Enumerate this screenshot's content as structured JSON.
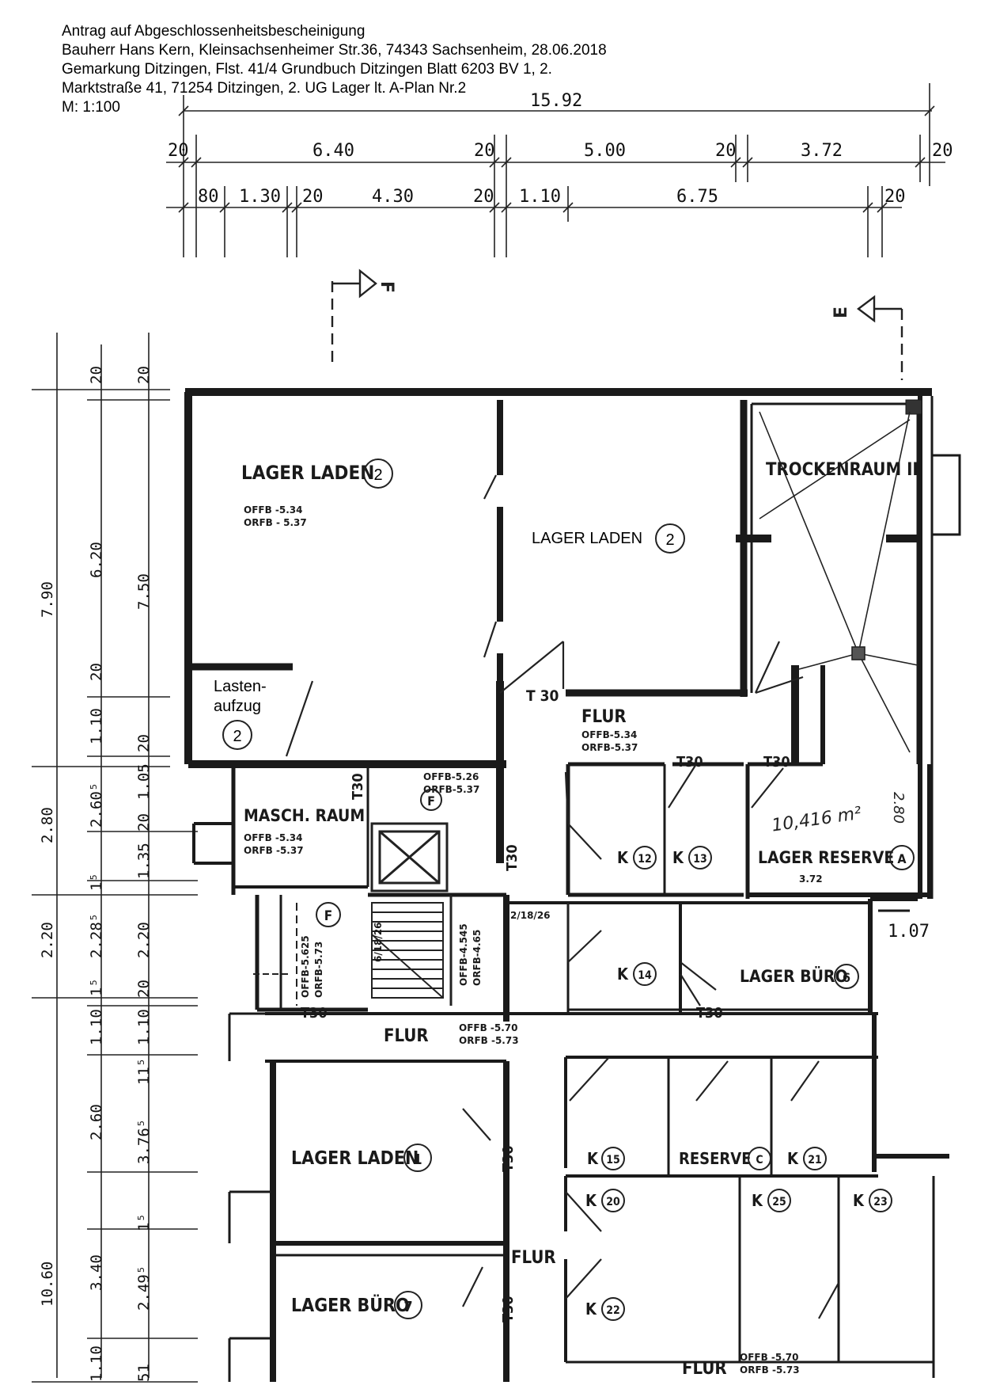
{
  "header": {
    "line1": "Antrag auf Abgeschlossenheitsbescheinigung",
    "line2": "Bauherr Hans Kern, Kleinsachsenheimer Str.36, 74343 Sachsenheim, 28.06.2018",
    "line3": "Gemarkung Ditzingen, Flst. 41/4 Grundbuch Ditzingen Blatt 6203 BV 1, 2.",
    "line4": "Marktstraße 41, 71254 Ditzingen, 2. UG Lager lt. A-Plan Nr.2",
    "line5": "M:  1:100"
  },
  "dimensions": {
    "top_total": "15.92",
    "row1": [
      "20",
      "6.40",
      "20",
      "5.00",
      "20",
      "3.72",
      "20"
    ],
    "row2": [
      "80",
      "1.30",
      "20",
      "4.30",
      "20",
      "1.10",
      "6.75",
      "20"
    ],
    "left_outer": [
      "20",
      "7.90",
      "2.80",
      "2.20",
      "10.60"
    ],
    "left_mid": [
      "6.20",
      "20",
      "1.10",
      "20",
      "2.60⁵",
      "1⁵",
      "2.28⁵",
      "1⁵",
      "1.10",
      "11⁵",
      "2.60",
      "1⁵",
      "3.40",
      "2.49⁵",
      "1.10"
    ],
    "left_inner": [
      "20",
      "7.50",
      "20",
      "1.05",
      "20",
      "1.35",
      "20",
      "2.20",
      "20",
      "1.10",
      "3.76⁵",
      "51"
    ],
    "right": [
      "1.07",
      "2.80",
      "3.72"
    ]
  },
  "section_markers": [
    "F",
    "E"
  ],
  "rooms": {
    "lager_laden_2a": {
      "name": "LAGER LADEN",
      "num": "2",
      "offb": "OFFB -5.34",
      "orfb": "ORFB - 5.37"
    },
    "lager_laden_2b": {
      "name": "LAGER LADEN",
      "num": "2"
    },
    "trockenraum": {
      "name": "TROCKENRAUM II"
    },
    "lastenaufzug": {
      "l1": "Lasten-",
      "l2": "aufzug",
      "num": "2"
    },
    "flur_upper": {
      "name": "FLUR",
      "offb": "OFFB-5.34",
      "orfb": "ORFB-5.37"
    },
    "masch_raum": {
      "name": "MASCH. RAUM",
      "offb": "OFFB -5.34",
      "orfb": "ORFB -5.37"
    },
    "stair_level": {
      "offb": "OFFB-5.26",
      "orfb": "ORFB-5.37",
      "marker": "F"
    },
    "stair_lower": {
      "marker": "F",
      "steps1": "2/18/26",
      "steps2": "6/18/26",
      "offb": "OFFB-4.545",
      "orfb": "ORFB-4.65",
      "offb2": "OFFB-5.625",
      "orfb2": "ORFB-5.73"
    },
    "lager_reserve_a": {
      "name": "LAGER RESERVE",
      "num": "A",
      "area": "10,416 m²",
      "w": "3.72",
      "h": "2.80"
    },
    "k12": {
      "name": "K",
      "num": "12"
    },
    "k13": {
      "name": "K",
      "num": "13"
    },
    "k14": {
      "name": "K",
      "num": "14"
    },
    "lager_buero_6": {
      "name": "LAGER BÜRO",
      "num": "6"
    },
    "flur_mid": {
      "name": "FLUR",
      "offb": "OFFB -5.70",
      "orfb": "ORFB -5.73"
    },
    "lager_laden_1": {
      "name": "LAGER LADEN",
      "num": "1"
    },
    "lager_buero_7": {
      "name": "LAGER BÜRO",
      "num": "7"
    },
    "k15": {
      "name": "K",
      "num": "15"
    },
    "reserve_c": {
      "name": "RESERVE",
      "num": "C"
    },
    "k21": {
      "name": "K",
      "num": "21"
    },
    "k20": {
      "name": "K",
      "num": "20"
    },
    "k25": {
      "name": "K",
      "num": "25"
    },
    "k23": {
      "name": "K",
      "num": "23"
    },
    "k22": {
      "name": "K",
      "num": "22"
    },
    "flur_right": {
      "name": "FLUR"
    },
    "flur_bottom": {
      "name": "FLUR",
      "offb": "OFFB -5.70",
      "orfb": "ORFB -5.73"
    }
  },
  "door_labels": {
    "t30": "T 30",
    "t30b": "T30"
  }
}
